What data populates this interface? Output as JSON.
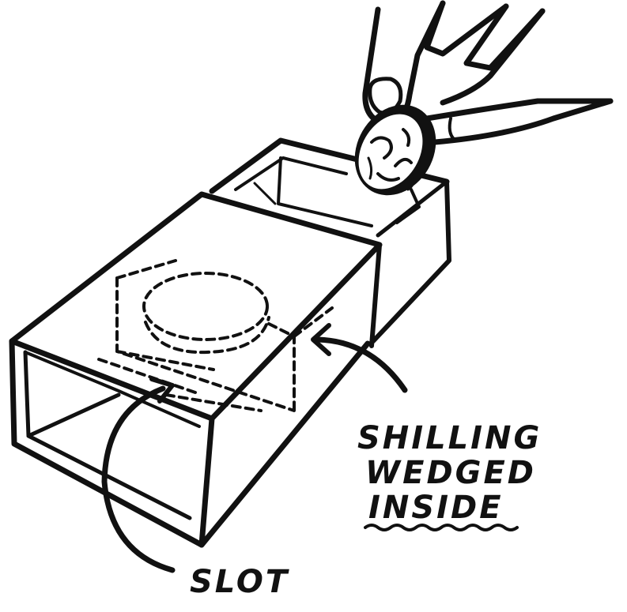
{
  "labels": {
    "shilling_line1": "SHILLING",
    "shilling_line2": "WEDGED",
    "shilling_line3": "INSIDE",
    "slot": "SLOT"
  },
  "colors": {
    "ink": "#111111",
    "paper": "#ffffff"
  }
}
